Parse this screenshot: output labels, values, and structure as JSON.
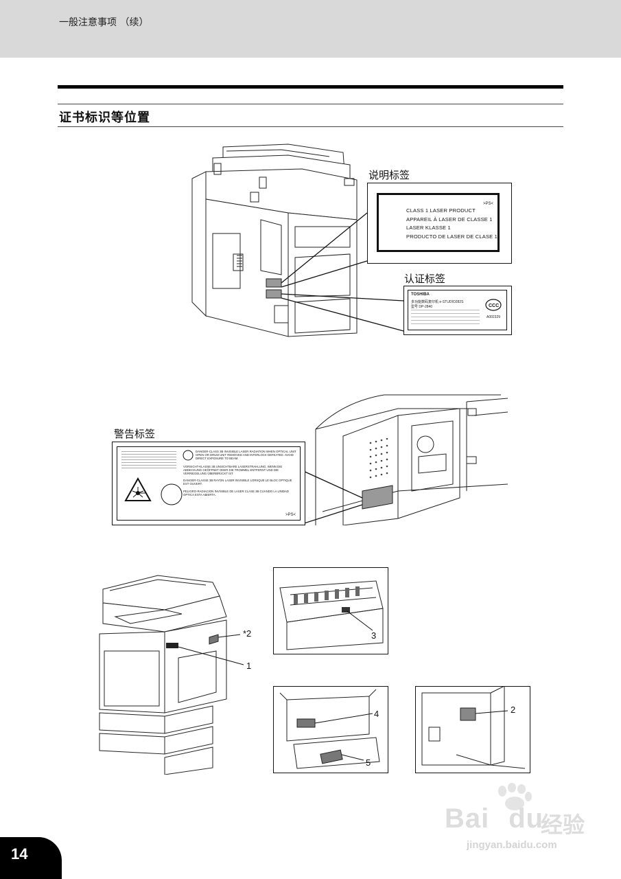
{
  "header": {
    "running_head": "一般注意事项 （续）"
  },
  "section": {
    "title": "证书标识等位置"
  },
  "figure1": {
    "explanation_label_title": "说明标签",
    "laser_label": {
      "code": ">PS<",
      "lines": [
        "CLASS  1 LASER PRODUCT",
        "APPAREIL  À  LASER DE CLASSE 1",
        "LASER KLASSE 1",
        "PRODUCTO DE LASER DE CLASE 1"
      ]
    },
    "certification_label_title": "认证标签",
    "cert_label": {
      "brand": "TOSHIBA",
      "product": "多功能数码复印机 e-STUDIO282S",
      "model": "型号  DP-2840",
      "code": "A002329"
    }
  },
  "figure2": {
    "warning_label_title": "警告标签",
    "warning_label": {
      "code": ">PS<",
      "danger_en": "DANGER-CLASS 3B INVISIBLE LASER RADIATION WHEN OPTICAL UNIT OPEN OR DRUM UNIT REMOVED AND INTERLOCK DEFEATED. AVOID DIRECT EXPOSURE TO BEAM.",
      "vorsicht": "VORSICHT-KLASSE 3B UNSICHTBARE LASERSTRAHLUNG, WENN DIE ABDECKUNG GEÖFFNET ODER DIE TROMMEL ENTFERNT UND DIE VERRIEGELUNG ÜBERBRÜCKT IST.",
      "danger_fr": "DANGER-CLASSE 3B RAYON LASER INVISIBLE LORSQUE LE BLOC OPTIQUE EST OUVERT.",
      "peligro": "PELIGRO-RADIACION INVISIBLE DE LASER CLASE 3B CUANDO LA UNIDAD OPTICA ESTA ABIERTA."
    }
  },
  "figure3": {
    "callouts": [
      "*2",
      "1",
      "3",
      "4",
      "5",
      "2"
    ]
  },
  "page_number": "14",
  "watermark": {
    "brand": "Bai",
    "brand2": "du",
    "cn": "经验",
    "url": "jingyan.baidu.com"
  }
}
